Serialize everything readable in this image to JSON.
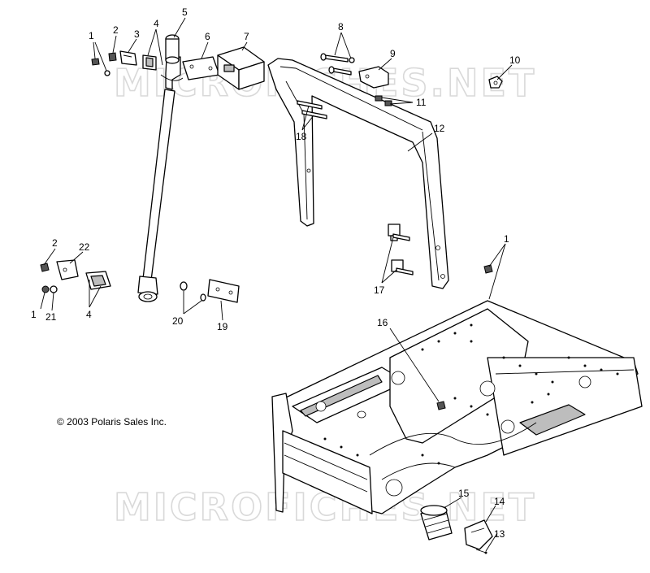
{
  "copyright": "© 2003 Polaris Sales Inc.",
  "watermark": "MICROFICHES.NET",
  "callouts": {
    "c1a": "1",
    "c2a": "2",
    "c3": "3",
    "c4a": "4",
    "c5": "5",
    "c6": "6",
    "c7": "7",
    "c8": "8",
    "c9": "9",
    "c10": "10",
    "c11": "11",
    "c12": "12",
    "c18": "18",
    "c1b": "1",
    "c17": "17",
    "c16": "16",
    "c2b": "2",
    "c22": "22",
    "c1c": "1",
    "c21": "21",
    "c4b": "4",
    "c20": "20",
    "c19": "19",
    "c15": "15",
    "c14": "14",
    "c13": "13"
  }
}
